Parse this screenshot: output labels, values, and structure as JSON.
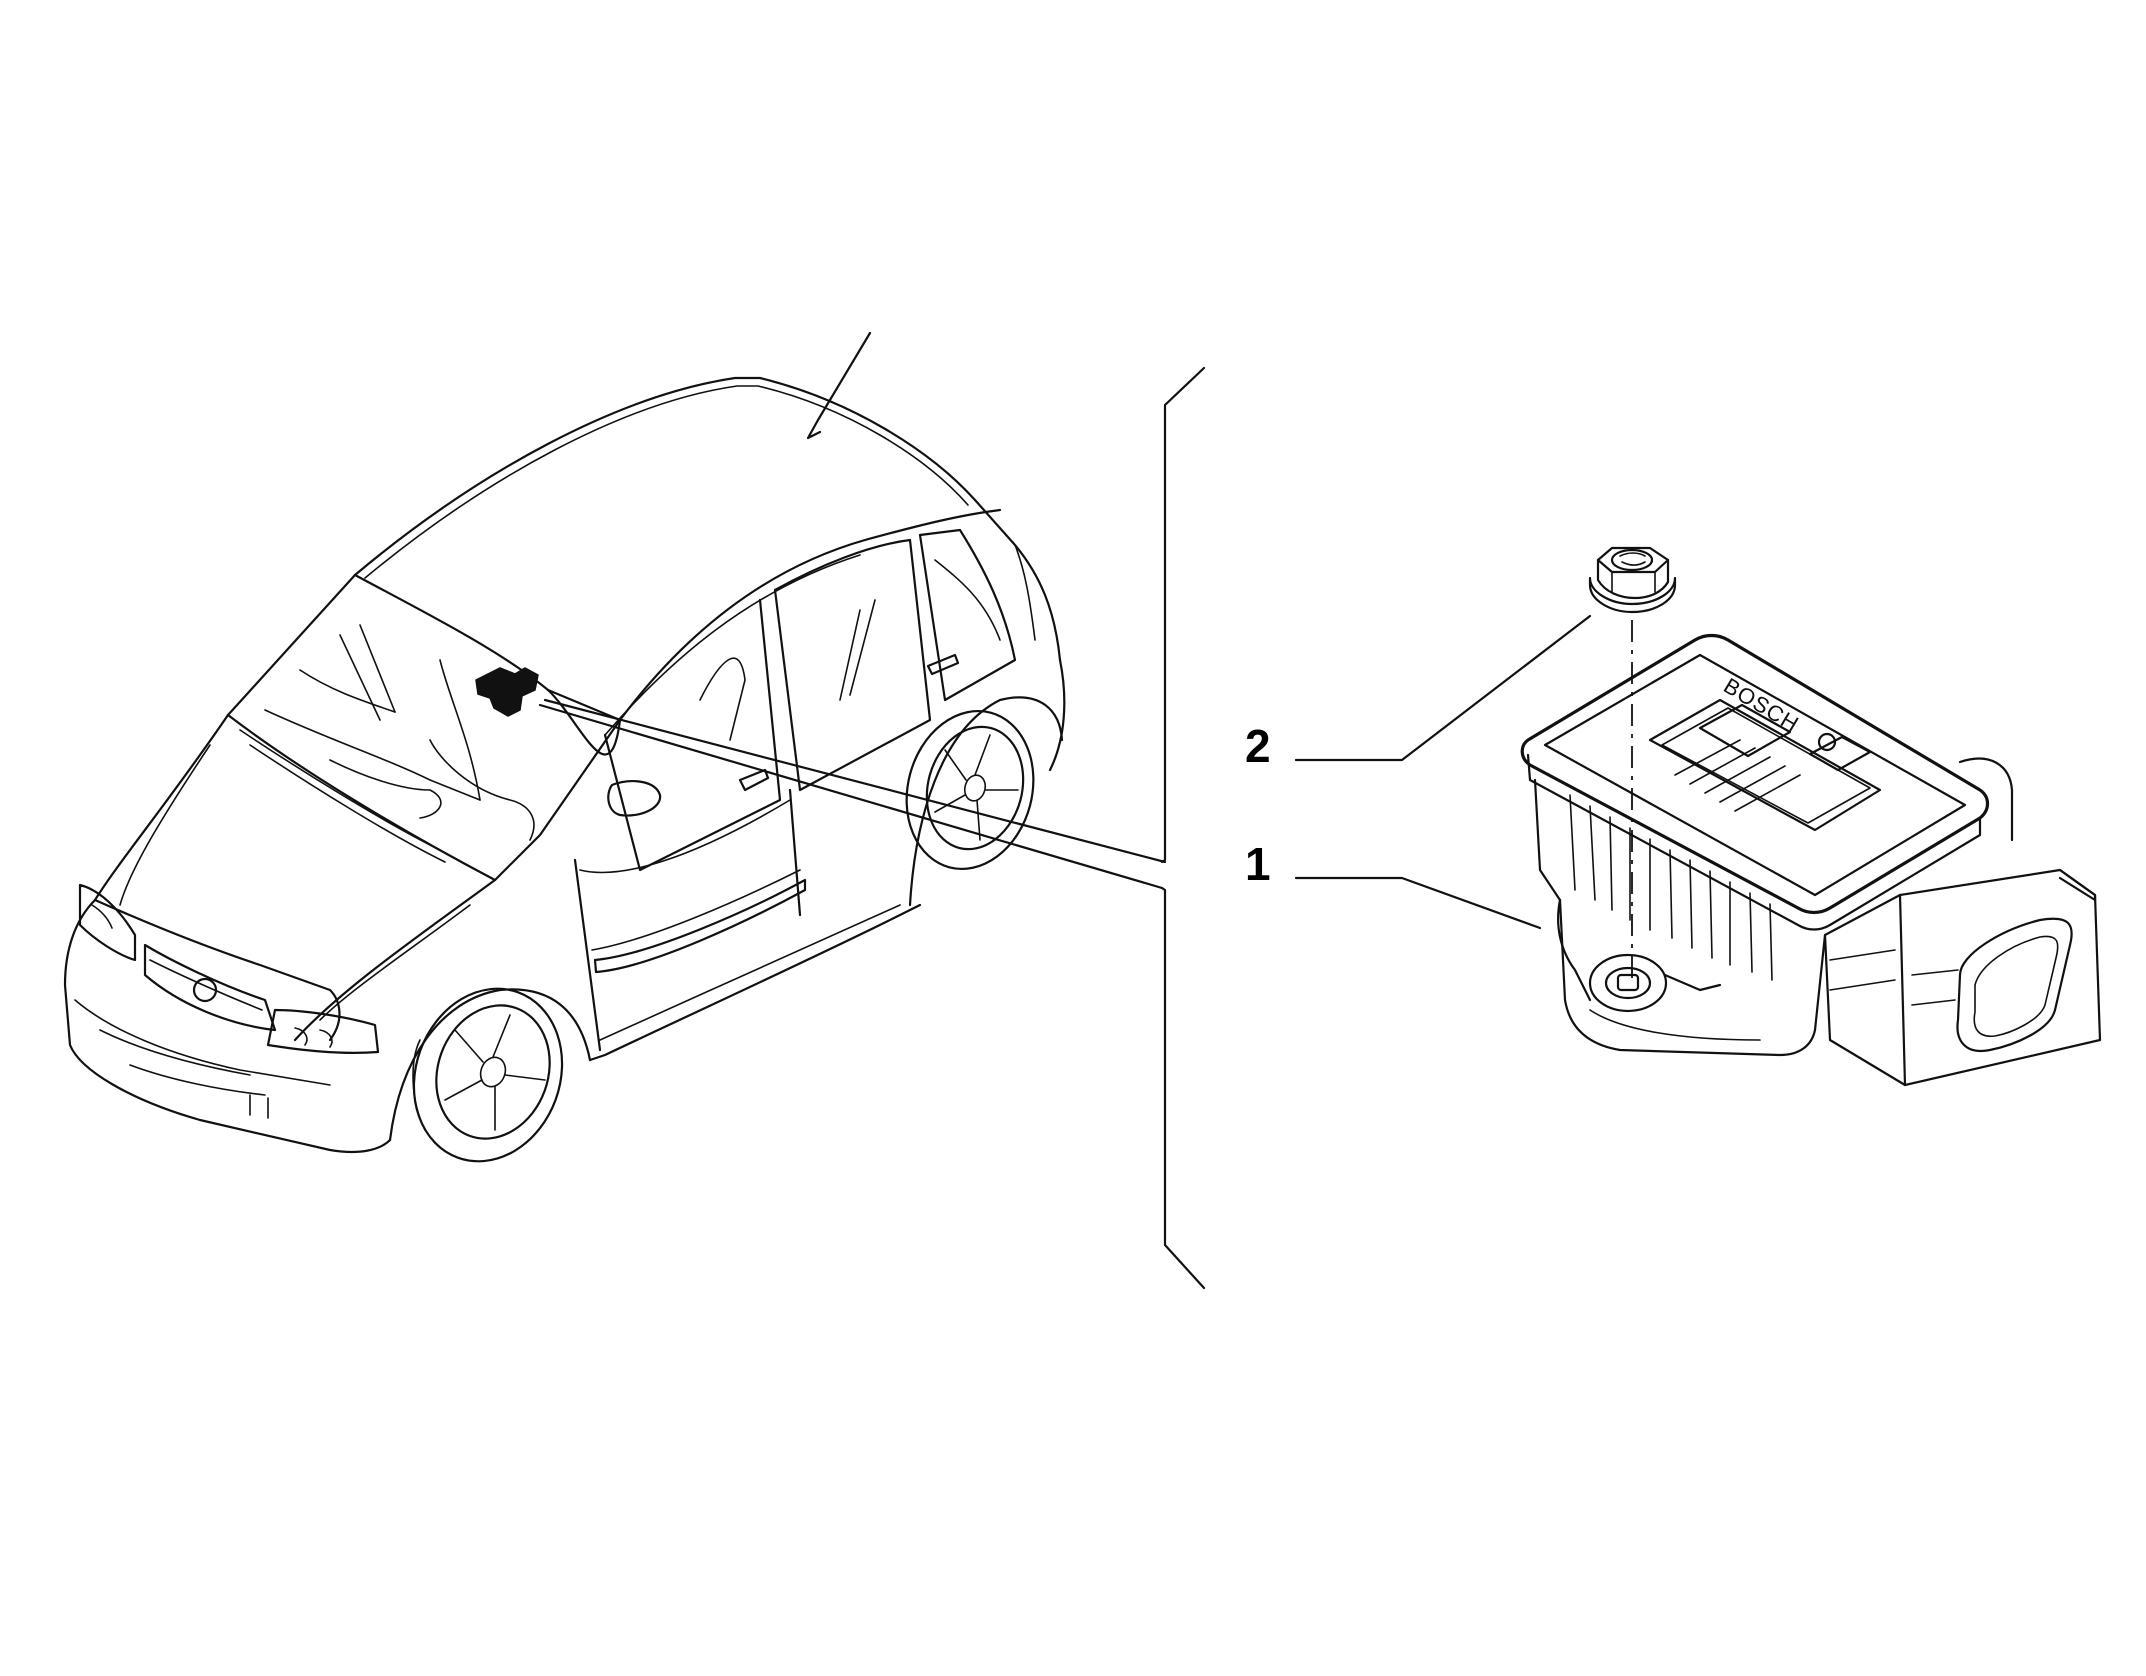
{
  "callouts": [
    {
      "number": "2",
      "part": "nut"
    },
    {
      "number": "1",
      "part": "sensor"
    }
  ],
  "sensor_brand": "BOSCH",
  "colors": {
    "line": "#111111",
    "background": "#ffffff"
  }
}
